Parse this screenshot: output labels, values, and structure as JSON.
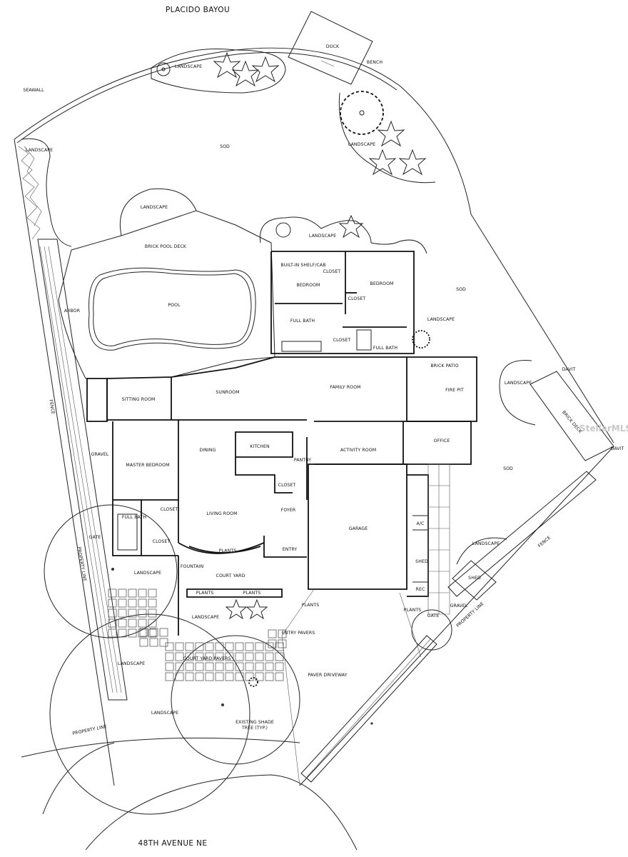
{
  "streets": {
    "water": "PLACIDO BAYOU",
    "road": "48TH AVENUE NE"
  },
  "watermark": "StellarMLS",
  "labels": {
    "dock": "DOCK",
    "bench": "BENCH",
    "seawall": "SEAWALL",
    "sod_top": "SOD",
    "sod_right": "SOD",
    "sod_east": "SOD",
    "landscape_top": "LANDSCAPE",
    "landscape_left": "LANDSCAPE",
    "landscape_center": "LANDSCAPE",
    "landscape_topright": "LANDSCAPE",
    "landscape_house": "LANDSCAPE",
    "landscape_side": "LANDSCAPE",
    "landscape_east": "LANDSCAPE",
    "landscape_se": "LANDSCAPE",
    "landscape_gate": "LANDSCAPE",
    "landscape_front": "LANDSCAPE",
    "landscape_sw1": "LANDSCAPE",
    "landscape_sw2": "LANDSCAPE",
    "brick_pool_deck": "BRICK POOL DECK",
    "pool": "POOL",
    "arbor": "ARBOR",
    "fence_left": "FENCE",
    "fence_right": "FENCE",
    "gravel_left": "GRAVEL",
    "gravel_right": "GRAVEL",
    "gate_left": "GATE",
    "gate_right": "GATE",
    "property_line_left": "PROPERTY LINE",
    "property_line_sw": "PROPERTY LINE",
    "property_line_right": "PROPERTY LINE",
    "built_in": "BUILT-IN SHELF/CAB",
    "closet1": "CLOSET",
    "closet2": "CLOSET",
    "closet3": "CLOSET",
    "closet4": "CLOSET",
    "closet5": "CLOSET",
    "closet6": "CLOSET",
    "bedroom1": "BEDROOM",
    "bedroom2": "BEDROOM",
    "full_bath1": "FULL BATH",
    "full_bath2": "FULL BATH",
    "full_bath3": "FULL BATH",
    "brick_patio": "BRICK PATIO",
    "fire_pit": "FIRE PIT",
    "family_room": "FAMILY ROOM",
    "sunroom": "SUNROOM",
    "sitting_room": "SITTING ROOM",
    "master_bedroom": "MASTER BEDROOM",
    "dining": "DINING",
    "kitchen": "KITCHEN",
    "pantry": "PANTRY",
    "activity_room": "ACTIVITY ROOM",
    "office": "OFFICE",
    "living_room": "LIVING ROOM",
    "foyer": "FOYER",
    "garage": "GARAGE",
    "entry": "ENTRY",
    "plants1": "PLANTS",
    "plants2": "PLANTS",
    "plants3": "PLANTS",
    "plants4": "PLANTS",
    "plants5": "PLANTS",
    "fountain": "FOUNTAIN",
    "court_yard": "COURT YARD",
    "court_yard_pavers": "COURT YARD PAVERS",
    "entry_pavers": "ENTRY PAVERS",
    "paver_driveway": "PAVER DRIVEWAY",
    "shade_tree_1": "EXISTING SHADE",
    "shade_tree_2": "TREE (TYP.)",
    "ac": "A/C",
    "shed1": "SHED",
    "shed2": "SHED",
    "rec": "REC",
    "brick_deck": "BRICK DECK",
    "davit1": "DAVIT",
    "davit2": "DAVIT"
  }
}
